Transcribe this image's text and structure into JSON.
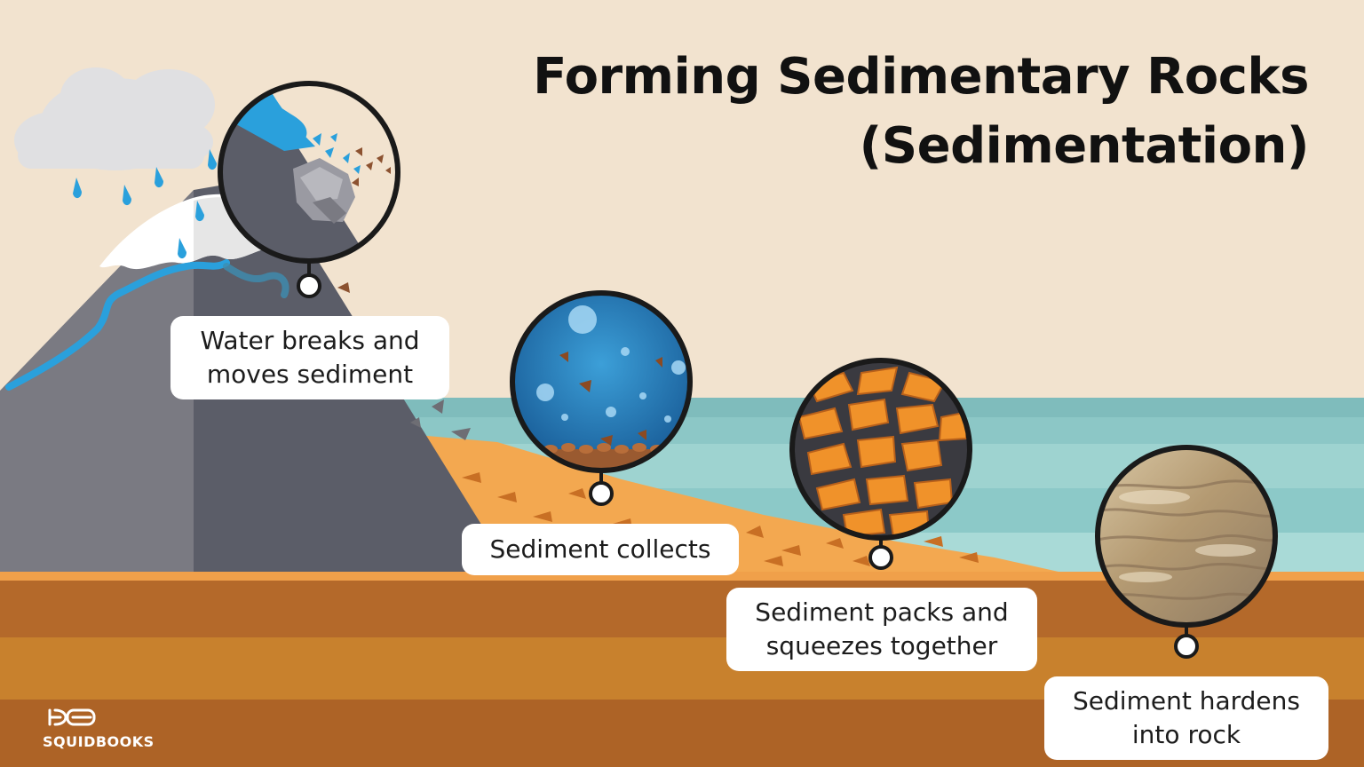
{
  "title": {
    "line1": "Forming Sedimentary Rocks",
    "line2": "(Sedimentation)"
  },
  "steps": [
    {
      "line1": "Water breaks and",
      "line2": "moves sediment"
    },
    {
      "line1": "Sediment collects",
      "line2": ""
    },
    {
      "line1": "Sediment packs and",
      "line2": "squeezes together"
    },
    {
      "line1": "Sediment hardens",
      "line2": "into rock"
    }
  ],
  "brand": {
    "name": "SQUIDBOOKS"
  },
  "colors": {
    "sky": "#f2e3cf",
    "sea_light": "#9ed3d0",
    "sea_dark": "#7fbcbc",
    "sand": "#f3a850",
    "soil_top": "#b4692a",
    "soil_mid": "#c8812d",
    "mountain_light": "#7a7a82",
    "mountain_dark": "#5b5d68",
    "water": "#2aa0dc",
    "lens_border": "#1a1a1a"
  }
}
